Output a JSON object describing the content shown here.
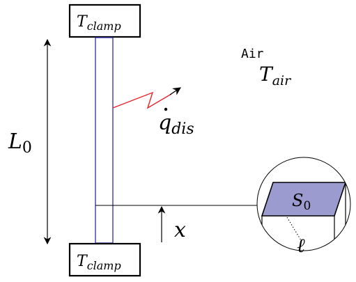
{
  "labels": {
    "clamp_top": {
      "main": "T",
      "sub": "clamp"
    },
    "clamp_bottom": {
      "main": "T",
      "sub": "clamp"
    },
    "air": "Air",
    "t_air": {
      "main": "T",
      "sub": "air"
    },
    "length": {
      "main": "L",
      "sub": "0"
    },
    "heat_flux": {
      "main": "q",
      "sub": "dis"
    },
    "position": "x",
    "section": {
      "main": "S",
      "sub": "0"
    },
    "perimeter": "ℓ"
  },
  "colors": {
    "stroke": "#000000",
    "rod": "#2b2bb0",
    "heat_arrow": "#e8232a",
    "section_fill": "#9b9bd0"
  }
}
